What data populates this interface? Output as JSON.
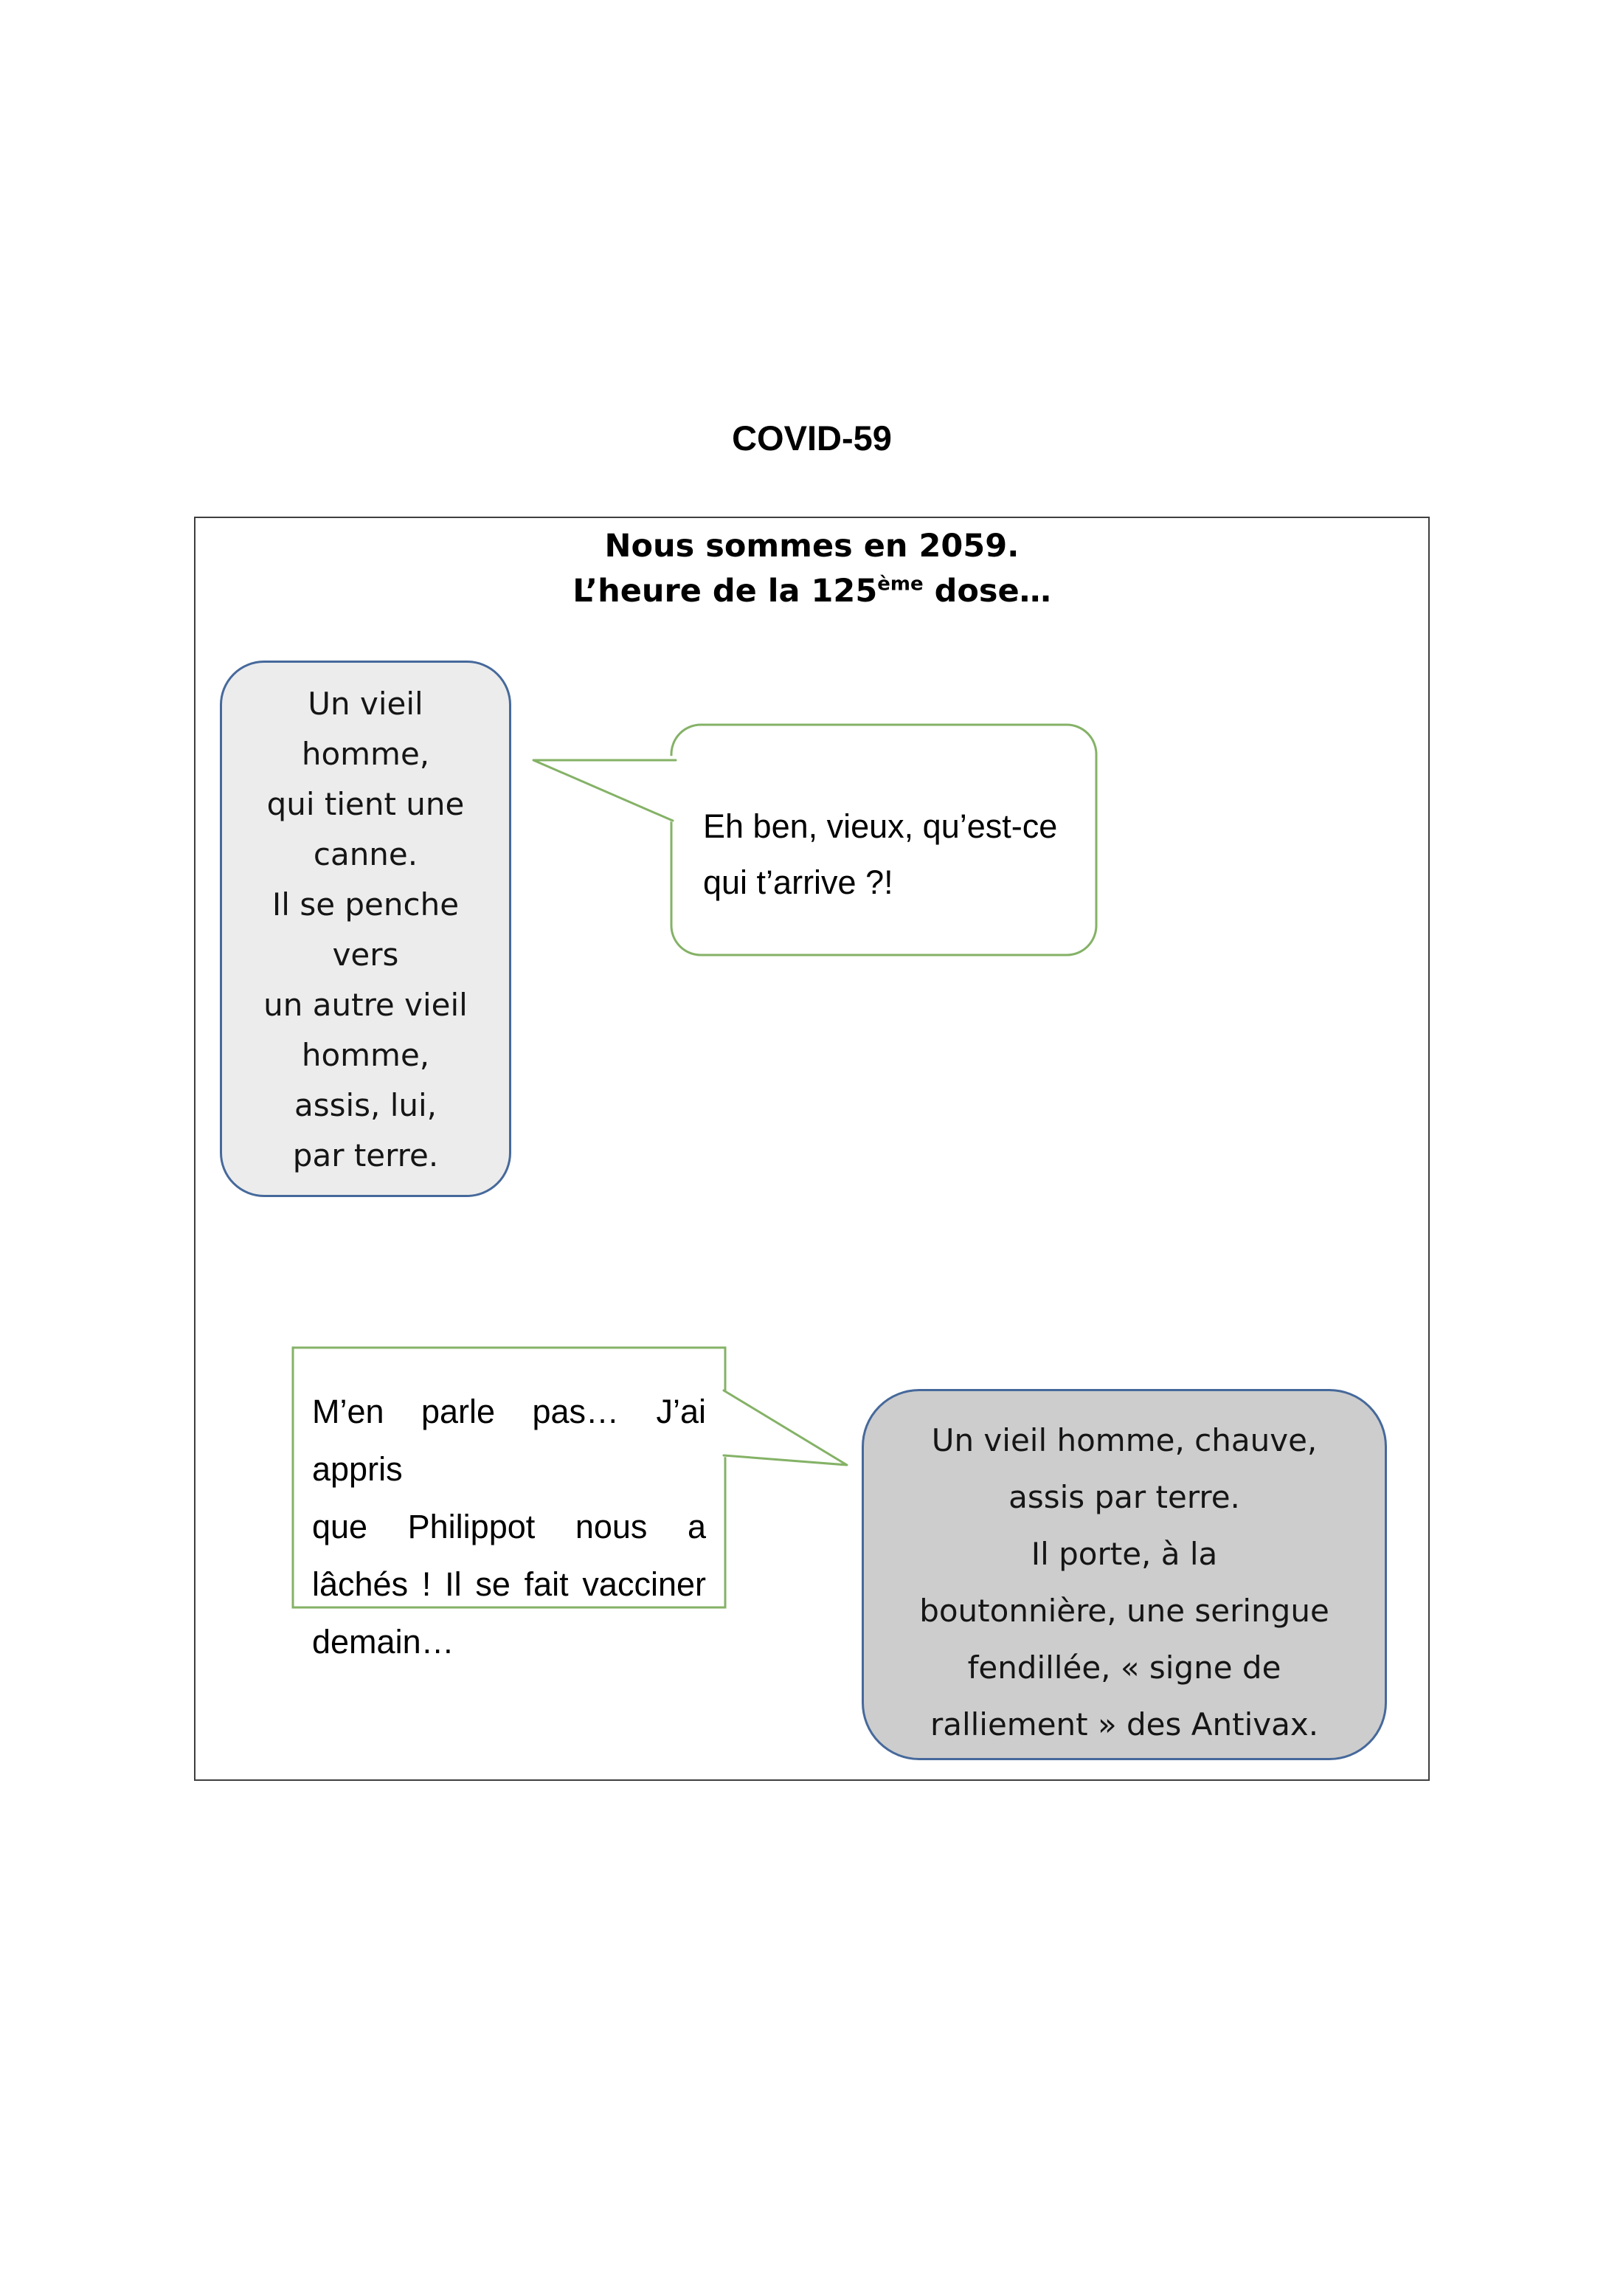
{
  "page": {
    "title": "COVID-59"
  },
  "panel_header": {
    "line1": "Nous sommes en 2059.",
    "line2_prefix": "L’heure de la 125",
    "line2_sup": "ème",
    "line2_suffix": " dose…"
  },
  "narration_box_1": {
    "lines": [
      "Un vieil",
      "homme,",
      "qui tient une",
      "canne.",
      "Il se penche",
      "vers",
      "un autre vieil",
      "homme,",
      "assis, lui,",
      "par terre."
    ]
  },
  "speech_bubble_1": {
    "lines": [
      "Eh ben, vieux, qu’est-ce",
      "qui t’arrive ?!"
    ]
  },
  "speech_bubble_2": {
    "lines": [
      "M’en parle pas… J’ai appris",
      "que Philippot nous a",
      "lâchés ! Il se fait vacciner",
      "demain…"
    ]
  },
  "narration_box_2": {
    "lines": [
      "Un vieil homme, chauve,",
      "assis par terre.",
      "Il porte, à la",
      "boutonnière, une seringue",
      "fendillée, « signe de",
      "ralliement » des Antivax."
    ]
  },
  "colors": {
    "accent_blue": "#46699b",
    "accent_green": "#84b266",
    "panel_border": "#3f3f3f",
    "box1_fill": "#ececec",
    "box2_fill": "#cdcdcd",
    "text_color": "#111111"
  }
}
